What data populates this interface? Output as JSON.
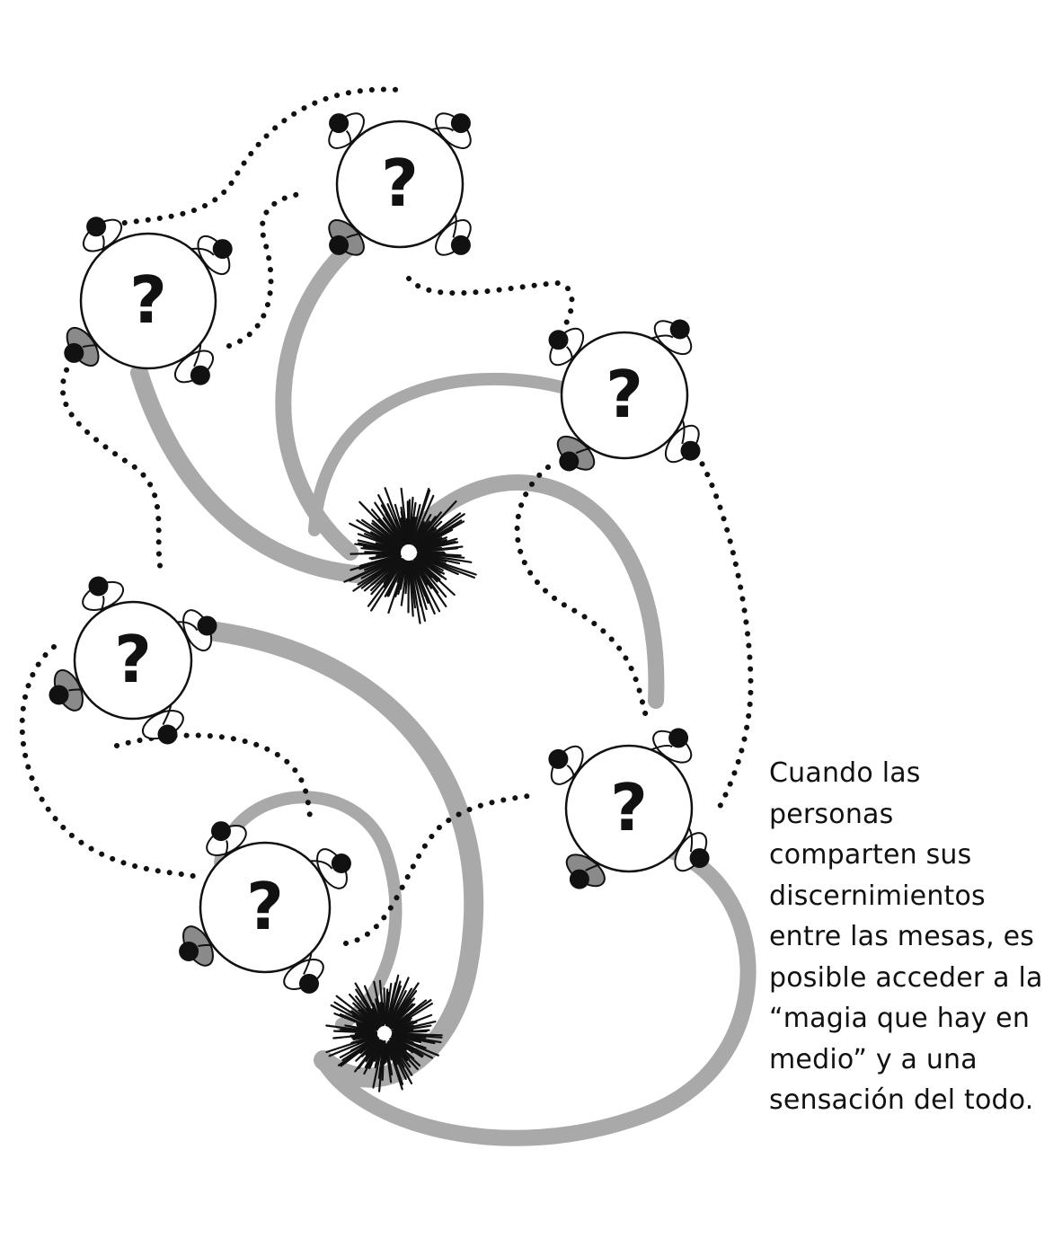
{
  "caption": {
    "lines": [
      "Cuando las",
      "personas",
      "comparten sus",
      "discernimientos",
      "entre las mesas, es",
      "posible acceder a la",
      "“magia que hay en",
      "medio” y a una",
      "sensación del todo."
    ]
  },
  "tables": [
    {
      "label": "?"
    },
    {
      "label": "?"
    },
    {
      "label": "?"
    },
    {
      "label": "?"
    },
    {
      "label": "?"
    },
    {
      "label": "?"
    }
  ],
  "colors": {
    "ink": "#111111",
    "swirl": "#a9a9a9",
    "person_dark": "#8a8a8a"
  }
}
